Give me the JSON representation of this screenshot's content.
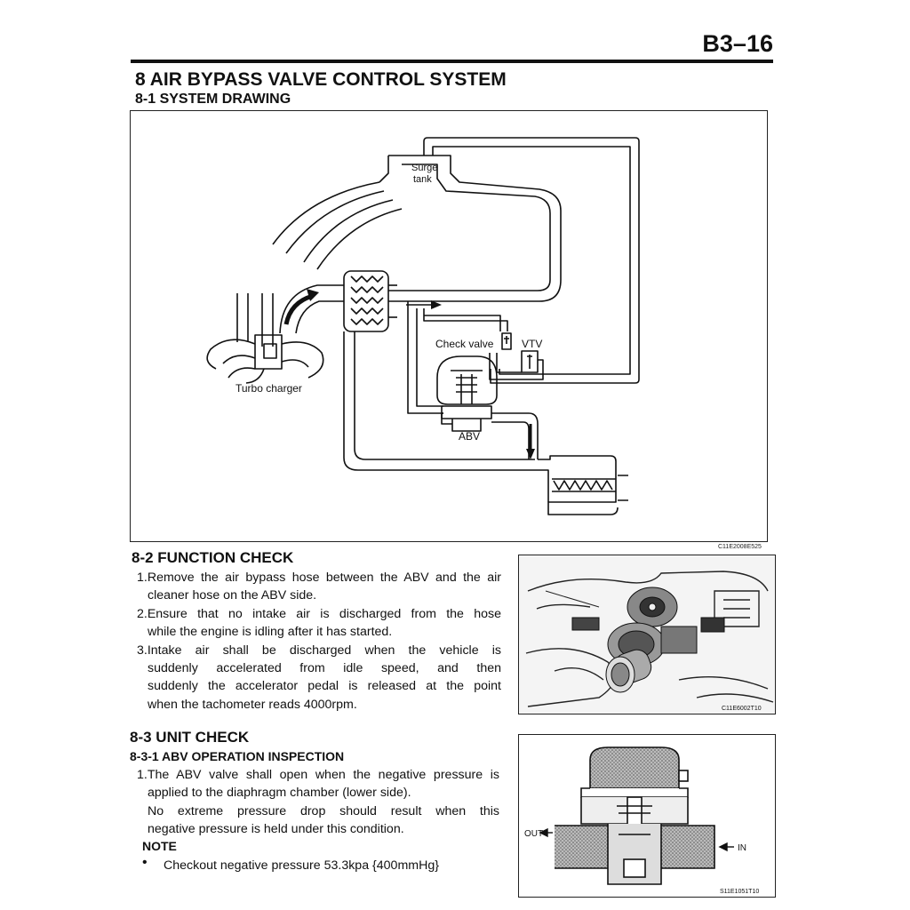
{
  "page_number": "B3–16",
  "title": "8 AIR BYPASS VALVE CONTROL SYSTEM",
  "subtitle": "8-1 SYSTEM DRAWING",
  "drawing": {
    "labels": {
      "surge_tank_1": "Surge",
      "surge_tank_2": "tank",
      "check_valve": "Check valve",
      "vtv": "VTV",
      "turbo_charger": "Turbo charger",
      "abv": "ABV"
    },
    "code": "C11E2008E525"
  },
  "function_check": {
    "heading": "8-2  FUNCTION CHECK",
    "steps": [
      {
        "lines": [
          "1.Remove the air bypass hose between the ABV and the air",
          "cleaner hose on the ABV side."
        ]
      },
      {
        "lines": [
          "2.Ensure that no intake air is discharged from the hose",
          "while the engine is idling after it has started."
        ]
      },
      {
        "lines": [
          "3.Intake air shall be discharged when the vehicle is",
          "suddenly accelerated from idle speed, and then",
          "suddenly the accelerator pedal is released at the point",
          "when the tachometer reads 4000rpm."
        ]
      }
    ],
    "photo_code": "C11E6002T10"
  },
  "unit_check": {
    "heading": "8-3  UNIT CHECK",
    "subheading": "8-3-1  ABV OPERATION INSPECTION",
    "para_lines": [
      "1.The ABV valve shall open when the negative pressure is",
      "applied to the diaphragm chamber (lower side).",
      "No extreme pressure drop should result when this",
      "negative pressure is held under this condition."
    ],
    "note_label": "NOTE",
    "bullet": "Checkout negative pressure 53.3kpa {400mmHg}",
    "diagram": {
      "out": "OUT",
      "in": "IN",
      "code": "S11E1051T10"
    }
  }
}
